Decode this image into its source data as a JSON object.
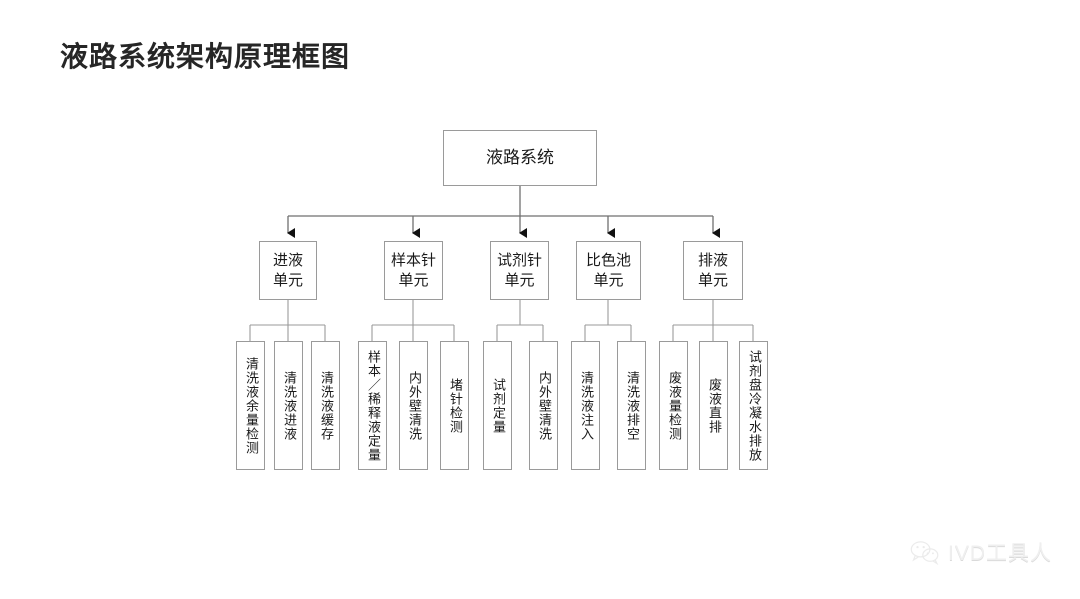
{
  "page": {
    "title": "液路系统架构原理框图",
    "background_color": "#ffffff",
    "border_color": "#9a9a9a",
    "text_color": "#1a1a1a"
  },
  "diagram": {
    "type": "tree-block-diagram",
    "root": {
      "label": "液路系统"
    },
    "units": [
      {
        "label": "进液\n单元",
        "children": [
          {
            "label": "清洗液余量检测"
          },
          {
            "label": "清洗液进液"
          },
          {
            "label": "清洗液缓存"
          }
        ]
      },
      {
        "label": "样本针\n单元",
        "children": [
          {
            "label": "样本／稀释液定量"
          },
          {
            "label": "内外壁清洗"
          },
          {
            "label": "堵针检测"
          }
        ]
      },
      {
        "label": "试剂针\n单元",
        "children": [
          {
            "label": "试剂定量"
          },
          {
            "label": "内外壁清洗"
          }
        ]
      },
      {
        "label": "比色池\n单元",
        "children": [
          {
            "label": "清洗液注入"
          },
          {
            "label": "清洗液排空"
          }
        ]
      },
      {
        "label": "排液\n单元",
        "children": [
          {
            "label": "废液量检测"
          },
          {
            "label": "废液直排"
          },
          {
            "label": "试剂盘冷凝水排放"
          }
        ]
      }
    ]
  },
  "watermark": {
    "text": "IVD工具人",
    "icon": "wechat-icon"
  }
}
